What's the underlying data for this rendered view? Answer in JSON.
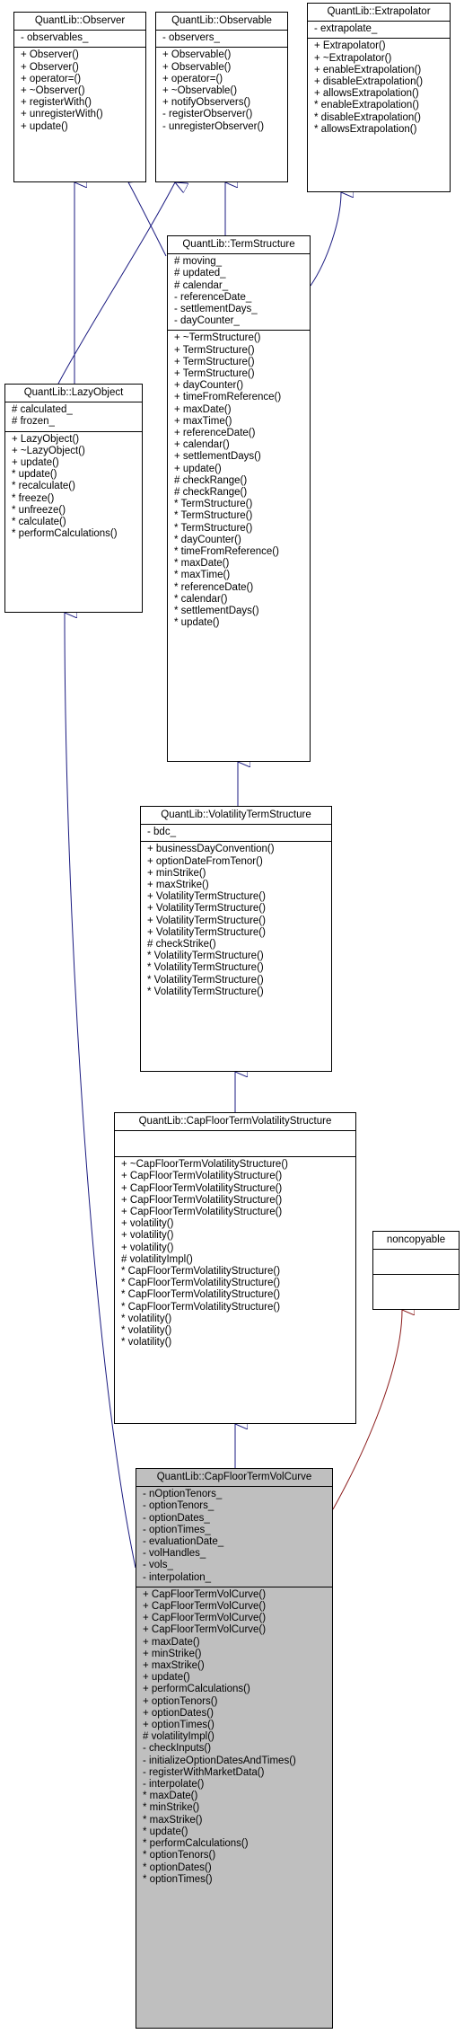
{
  "diagram": {
    "observer": {
      "title": "QuantLib::Observer",
      "attributes": [
        "- observables_"
      ],
      "methods": [
        "+ Observer()",
        "+ Observer()",
        "+ operator=()",
        "+ ~Observer()",
        "+ registerWith()",
        "+ unregisterWith()",
        "+ update()"
      ]
    },
    "observable": {
      "title": "QuantLib::Observable",
      "attributes": [
        "- observers_"
      ],
      "methods": [
        "+ Observable()",
        "+ Observable()",
        "+ operator=()",
        "+ ~Observable()",
        "+ notifyObservers()",
        "- registerObserver()",
        "- unregisterObserver()"
      ]
    },
    "extrapolator": {
      "title": "QuantLib::Extrapolator",
      "attributes": [
        "- extrapolate_"
      ],
      "methods": [
        "+ Extrapolator()",
        "+ ~Extrapolator()",
        "+ enableExtrapolation()",
        "+ disableExtrapolation()",
        "+ allowsExtrapolation()",
        "* enableExtrapolation()",
        "* disableExtrapolation()",
        "* allowsExtrapolation()"
      ]
    },
    "termstructure": {
      "title": "QuantLib::TermStructure",
      "attributes": [
        "# moving_",
        "# updated_",
        "# calendar_",
        "- referenceDate_",
        "- settlementDays_",
        "- dayCounter_"
      ],
      "methods": [
        "+ ~TermStructure()",
        "+ TermStructure()",
        "+ TermStructure()",
        "+ TermStructure()",
        "+ dayCounter()",
        "+ timeFromReference()",
        "+ maxDate()",
        "+ maxTime()",
        "+ referenceDate()",
        "+ calendar()",
        "+ settlementDays()",
        "+ update()",
        "# checkRange()",
        "# checkRange()",
        "* TermStructure()",
        "* TermStructure()",
        "* TermStructure()",
        "* dayCounter()",
        "* timeFromReference()",
        "* maxDate()",
        "* maxTime()",
        "* referenceDate()",
        "* calendar()",
        "* settlementDays()",
        "* update()"
      ]
    },
    "lazyobject": {
      "title": "QuantLib::LazyObject",
      "attributes": [
        "# calculated_",
        "# frozen_"
      ],
      "methods": [
        "+ LazyObject()",
        "+ ~LazyObject()",
        "+ update()",
        "* update()",
        "* recalculate()",
        "* freeze()",
        "* unfreeze()",
        "* calculate()",
        "* performCalculations()"
      ]
    },
    "voltermstructure": {
      "title": "QuantLib::VolatilityTermStructure",
      "attributes": [
        "- bdc_"
      ],
      "methods": [
        "+ businessDayConvention()",
        "+ optionDateFromTenor()",
        "+ minStrike()",
        "+ maxStrike()",
        "+ VolatilityTermStructure()",
        "+ VolatilityTermStructure()",
        "+ VolatilityTermStructure()",
        "+ VolatilityTermStructure()",
        "# checkStrike()",
        "* VolatilityTermStructure()",
        "* VolatilityTermStructure()",
        "* VolatilityTermStructure()",
        "* VolatilityTermStructure()"
      ]
    },
    "capfloorstructure": {
      "title": "QuantLib::CapFloorTermVolatilityStructure",
      "attributes": [],
      "methods": [
        "+ ~CapFloorTermVolatilityStructure()",
        "+ CapFloorTermVolatilityStructure()",
        "+ CapFloorTermVolatilityStructure()",
        "+ CapFloorTermVolatilityStructure()",
        "+ CapFloorTermVolatilityStructure()",
        "+ volatility()",
        "+ volatility()",
        "+ volatility()",
        "# volatilityImpl()",
        "* CapFloorTermVolatilityStructure()",
        "* CapFloorTermVolatilityStructure()",
        "* CapFloorTermVolatilityStructure()",
        "* CapFloorTermVolatilityStructure()",
        "* volatility()",
        "* volatility()",
        "* volatility()"
      ]
    },
    "noncopyable": {
      "title": "noncopyable",
      "attributes": [],
      "methods": []
    },
    "capfloorcurve": {
      "title": "QuantLib::CapFloorTermVolCurve",
      "attributes": [
        "- nOptionTenors_",
        "- optionTenors_",
        "- optionDates_",
        "- optionTimes_",
        "- evaluationDate_",
        "- volHandles_",
        "- vols_",
        "- interpolation_"
      ],
      "methods": [
        "+ CapFloorTermVolCurve()",
        "+ CapFloorTermVolCurve()",
        "+ CapFloorTermVolCurve()",
        "+ CapFloorTermVolCurve()",
        "+ maxDate()",
        "+ minStrike()",
        "+ maxStrike()",
        "+ update()",
        "+ performCalculations()",
        "+ optionTenors()",
        "+ optionDates()",
        "+ optionTimes()",
        "# volatilityImpl()",
        "- checkInputs()",
        "- initializeOptionDatesAndTimes()",
        "- registerWithMarketData()",
        "- interpolate()",
        "* maxDate()",
        "* minStrike()",
        "* maxStrike()",
        "* update()",
        "* performCalculations()",
        "* optionTenors()",
        "* optionDates()",
        "* optionTimes()"
      ]
    }
  },
  "colors": {
    "edge_blue": "#1a1a80",
    "edge_red": "#8b1a1a",
    "highlight_fill": "#bfbfbf"
  }
}
